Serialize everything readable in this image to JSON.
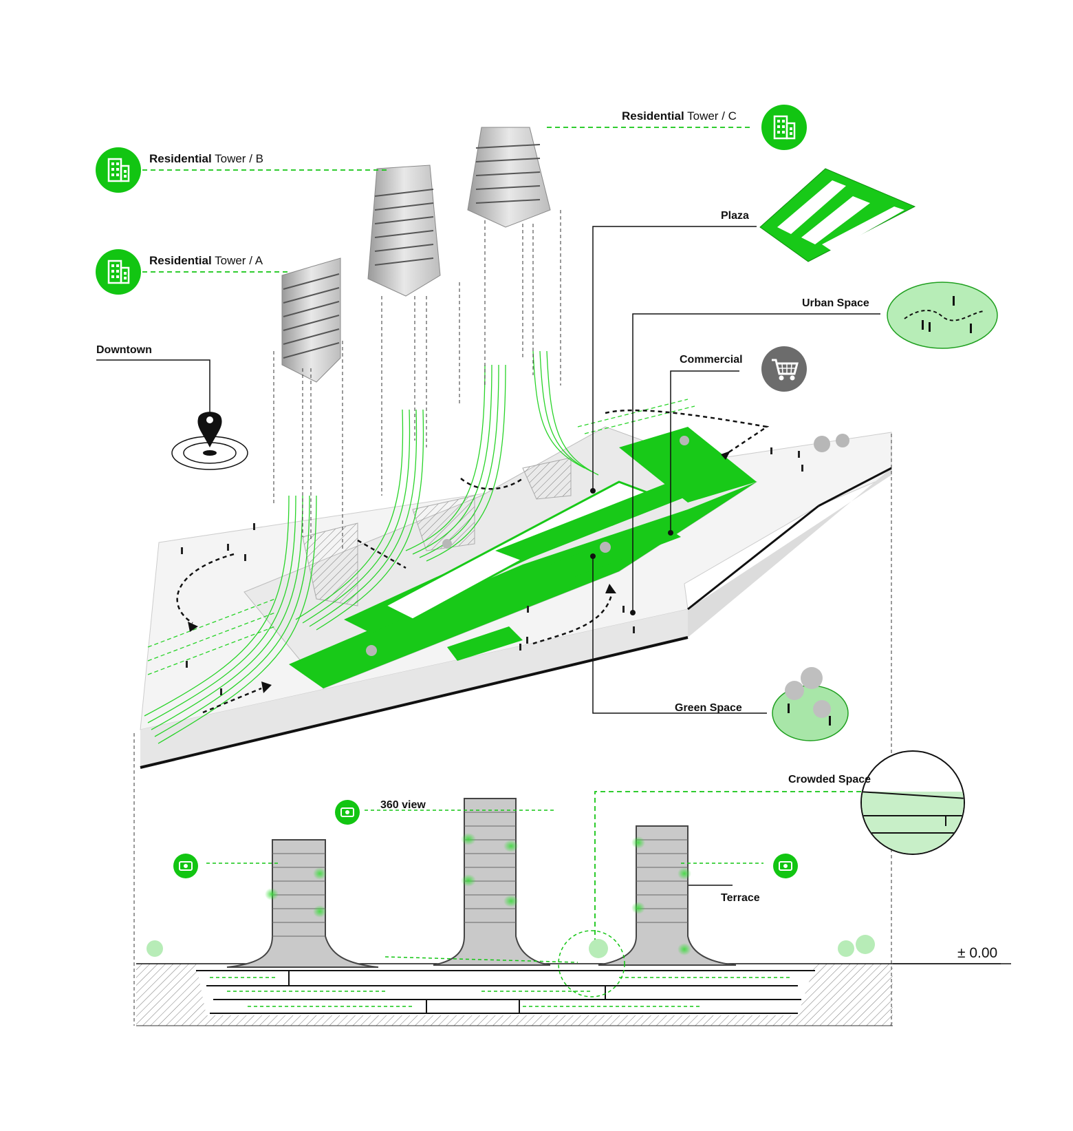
{
  "labels": {
    "tower_c_bold": "Residential",
    "tower_c_rest": " Tower / C",
    "tower_b_bold": "Residential",
    "tower_b_rest": " Tower / B",
    "tower_a_bold": "Residential",
    "tower_a_rest": " Tower / A",
    "downtown": "Downtown",
    "plaza": "Plaza",
    "urban_space": "Urban Space",
    "commercial": "Commercial",
    "green_space": "Green Space",
    "crowded_space": "Crowded Space",
    "view_360": "360 view",
    "terrace": "Terrace",
    "elevation": "± 0.00"
  },
  "icons": {
    "tower_icon": "building-icon",
    "commercial_icon": "shopping-cart-icon",
    "downtown_icon": "location-pin-icon",
    "view_icon": "panorama-view-icon"
  },
  "colors": {
    "green": "#12c512",
    "light_green": "#9fe59f",
    "grey": "#6c6c6c",
    "tower_grey": "#c9c9c9"
  }
}
